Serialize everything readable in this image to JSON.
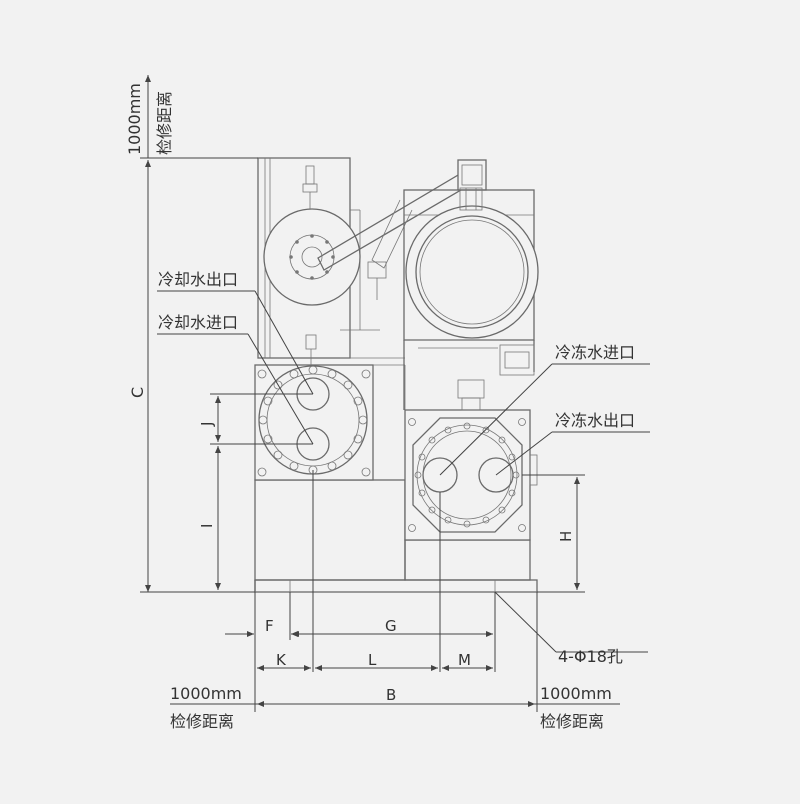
{
  "labels": {
    "cooling_water_outlet": "冷却水出口",
    "cooling_water_inlet": "冷却水进口",
    "chilled_water_inlet": "冷冻水进口",
    "chilled_water_outlet": "冷冻水出口",
    "holes": "4-Φ18孔"
  },
  "clearance": {
    "top_distance": "1000mm",
    "top_text": "检修距离",
    "left_distance": "1000mm",
    "left_text": "检修距离",
    "right_distance": "1000mm",
    "right_text": "检修距离"
  },
  "dimensions": {
    "C": "C",
    "J": "J",
    "I": "I",
    "H": "H",
    "F": "F",
    "G": "G",
    "K": "K",
    "L": "L",
    "M": "M",
    "B": "B"
  }
}
